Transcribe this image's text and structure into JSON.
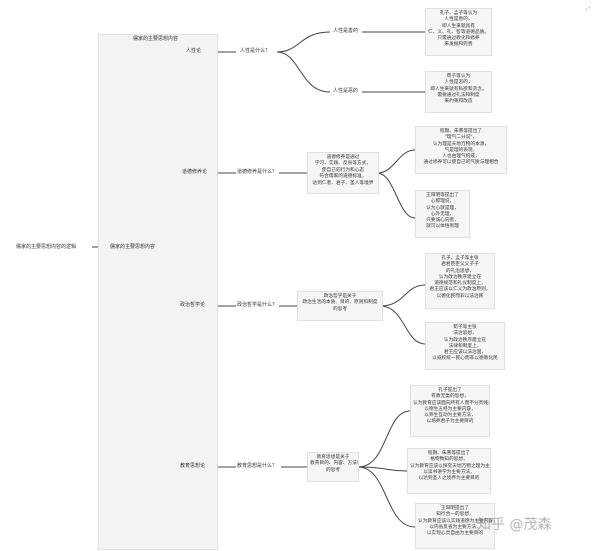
{
  "root": "儒家的主要思想内容的逻辑",
  "panel_title": "儒家的主要思想内容",
  "center": "儒家的主要思想内容",
  "branches": [
    {
      "name": "人性论",
      "question": "人性是什么？",
      "subs": [
        {
          "label": "人性是善的",
          "box": [
            "孔子、孟子等认为",
            "人性是善的，",
            "即人生来就具有",
            "仁、义、礼、智等道德品质。",
            "只需通过教化和修养",
            "来发掘和完善"
          ]
        },
        {
          "label": "人性是恶的",
          "box": [
            "荀子等认为",
            "人性是恶的，",
            "即人生来就有私欲和贪念，",
            "需要通过礼法和制度",
            "来约束和改造"
          ]
        }
      ]
    },
    {
      "name": "道德修养论",
      "question": "道德修养是什么？",
      "mid": [
        "道德修养是通过",
        "学习、实践、反省等方式，",
        "使自己的行为和心态",
        "符合儒家的道德标准，",
        "达到仁者、君子、圣人等境界"
      ],
      "boxes": [
        [
          "程颢、朱熹等提出了",
          "\"理气二分说\"，",
          "认为理是天地万物的本源，",
          "气是理的表现，",
          "人也由理气构成，",
          "通过修养可以使自己的气质与理相合"
        ],
        [
          "王阳明等提出了",
          "心即理说，",
          "认为心就是理，",
          "心外无理，",
          "只要诚心向善，",
          "就可以体悟到理"
        ]
      ]
    },
    {
      "name": "政治哲学论",
      "question": "政治哲学是什么？",
      "mid": [
        "政治哲学是关于",
        "政治生活的本质、目的、原则和制度",
        "的思考"
      ],
      "boxes": [
        [
          "孔子、孟子等主张",
          "君君臣臣父父子子",
          "的礼治思想，",
          "认为政治秩序建立在",
          "道德规范和礼仪制度上，",
          "君王应该以仁义为政治原则，",
          "以德化民而非以法治民"
        ],
        [
          "荀子等主张",
          "法治思想，",
          "认为政治秩序建立在",
          "法律和制度上，",
          "君王应该以法治国，",
          "以威权统一民心而非以德教化民"
        ]
      ]
    },
    {
      "name": "教育思想论",
      "question": "教育思想是什么？",
      "mid": [
        "教育思想是关于",
        "教育目的、内容、方法和作用",
        "的思考"
      ],
      "boxes": [
        [
          "孔子提出了",
          "有教无类的思想，",
          "认为教育应该面向所有人而不分贵贱贫富，",
          "以德生五经为主要内容，",
          "以师生互动为主要方法，",
          "以培养君子为主要目的"
        ],
        [
          "程颢、朱熹等提出了",
          "格物致知的思想，",
          "认为教育应该以探究天地万物之理为主要内容，",
          "以读书讲学为主要方法，",
          "以达到圣人之境界为主要目的"
        ],
        [
          "王阳明提出了",
          "知行合一的思想，",
          "认为教育应该以实践道德为主要内容，",
          "以内省反省为主要方法，",
          "以实现心灵自由为主要目的"
        ]
      ]
    }
  ],
  "watermark": "知乎 @茂森"
}
